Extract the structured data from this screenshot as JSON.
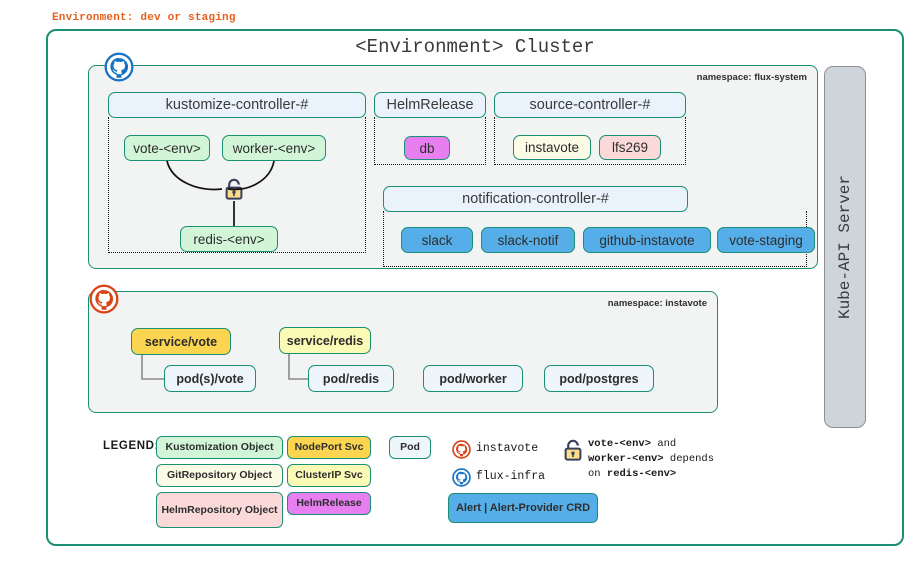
{
  "env_label": "Environment: dev or staging",
  "cluster_title": "<Environment> Cluster",
  "kube_api": {
    "label": "Kube-API Server"
  },
  "namespaces": {
    "flux": {
      "tag": "namespace: flux-system",
      "repo_icon": "github-octocat-icon",
      "repo_icon_color": "#1572c4"
    },
    "instavote": {
      "tag": "namespace: instavote",
      "repo_icon": "github-octocat-icon",
      "repo_icon_color": "#d94416"
    }
  },
  "controllers": {
    "kustomize": {
      "title": "kustomize-controller-#",
      "items": [
        {
          "label": "vote-<env>",
          "kind": "kustomization"
        },
        {
          "label": "worker-<env>",
          "kind": "kustomization"
        },
        {
          "label": "redis-<env>",
          "kind": "kustomization"
        }
      ],
      "dependency_icon": "padlock-icon"
    },
    "helmrelease": {
      "title": "HelmRelease",
      "items": [
        {
          "label": "db",
          "kind": "helmrelease"
        }
      ]
    },
    "source": {
      "title": "source-controller-#",
      "items": [
        {
          "label": "instavote",
          "kind": "gitrepository"
        },
        {
          "label": "lfs269",
          "kind": "helmrepository"
        }
      ]
    },
    "notification": {
      "title": "notification-controller-#",
      "items": [
        {
          "label": "slack",
          "kind": "alert"
        },
        {
          "label": "slack-notif",
          "kind": "alert"
        },
        {
          "label": "github-instavote",
          "kind": "alert"
        },
        {
          "label": "vote-staging",
          "kind": "alert"
        }
      ]
    }
  },
  "workloads": [
    {
      "label": "service/vote",
      "kind": "nodeport"
    },
    {
      "label": "pod(s)/vote",
      "kind": "pod"
    },
    {
      "label": "service/redis",
      "kind": "clusterip"
    },
    {
      "label": "pod/redis",
      "kind": "pod"
    },
    {
      "label": "pod/worker",
      "kind": "pod"
    },
    {
      "label": "pod/postgres",
      "kind": "pod"
    }
  ],
  "legend": {
    "title": "LEGEND:",
    "swatches": [
      {
        "label": "Kustomization Object",
        "kind": "kustomization"
      },
      {
        "label": "GitRepository Object",
        "kind": "gitrepository"
      },
      {
        "label": "HelmRepository Object",
        "kind": "helmrepository"
      },
      {
        "label": "NodePort Svc",
        "kind": "nodeport"
      },
      {
        "label": "ClusterIP Svc",
        "kind": "clusterip"
      },
      {
        "label": "HelmRelease",
        "kind": "helmrelease"
      },
      {
        "label": "Pod",
        "kind": "pod"
      },
      {
        "label": "Alert | Alert-Provider CRD",
        "kind": "alert"
      }
    ],
    "repos": [
      {
        "label": "instavote",
        "icon": "github-octocat-icon",
        "color": "#d94416"
      },
      {
        "label": "flux-infra",
        "icon": "github-octocat-icon",
        "color": "#1572c4"
      }
    ],
    "dependency_icon": "padlock-icon",
    "dependency_note_line1_bold": "vote-<env>",
    "dependency_note_line1_rest": " and",
    "dependency_note_line2_bold": "worker-<env>",
    "dependency_note_line2_rest": " depends",
    "dependency_note_line3_rest": "on ",
    "dependency_note_line3_bold": "redis-<env>"
  },
  "colors": {
    "accent_border": "#1a8f74",
    "env_label": "#e8601c",
    "panel_bg": "#f2f3f3",
    "header_bg": "#eaf2fb",
    "kustomization": "#d2f5d8",
    "gitrepository": "#fbfbe6",
    "helmrepository": "#fbd9d9",
    "helmrelease": "#e77ff0",
    "alert": "#56aee8",
    "pod": "#eef5fb",
    "nodeport": "#fbd550",
    "clusterip": "#fbfbb6",
    "kube_api_bg": "#cdd4da"
  }
}
